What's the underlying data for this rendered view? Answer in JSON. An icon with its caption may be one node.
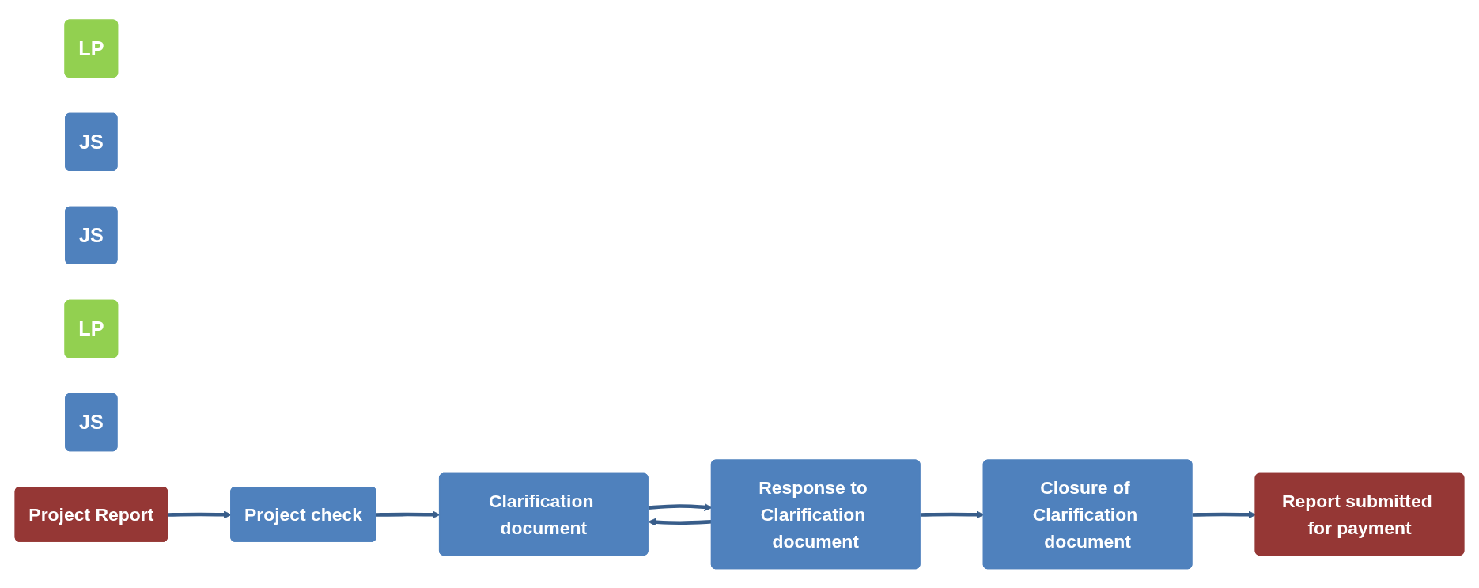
{
  "diagram": {
    "nodes": [
      {
        "text": [
          "LP"
        ]
      },
      {
        "text": [
          "JS"
        ]
      },
      {
        "text": [
          "JS"
        ]
      },
      {
        "text": [
          "LP"
        ]
      },
      {
        "text": [
          "JS"
        ]
      },
      {
        "text": [
          "Project Report"
        ]
      },
      {
        "text": [
          "Project check"
        ]
      },
      {
        "text": [
          "Clarification document"
        ]
      },
      {
        "text": [
          "Response to Clarification document"
        ]
      },
      {
        "text": [
          "Closure of Clarification document"
        ]
      },
      {
        "text": [
          "Report submitted for payment"
        ]
      }
    ],
    "edges": [
      {
        "from": 5,
        "to": 6,
        "arrow": "to"
      },
      {
        "from": 6,
        "to": 7,
        "arrow": "to"
      },
      {
        "from": 7,
        "to": 8,
        "arrow": "to"
      },
      {
        "from": 8,
        "to": 7,
        "arrow": "to"
      },
      {
        "from": 8,
        "to": 9,
        "arrow": "to"
      },
      {
        "from": 9,
        "to": 10,
        "arrow": "to"
      }
    ]
  }
}
